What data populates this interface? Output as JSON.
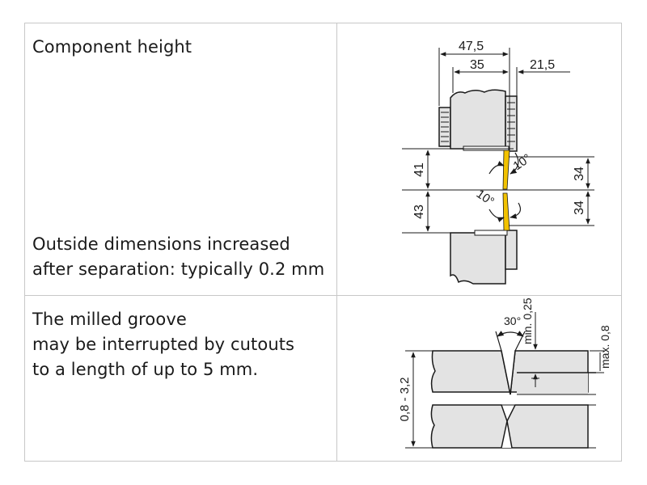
{
  "rows": [
    {
      "text_lines": [
        "Component height"
      ],
      "note_lines": [
        "Outside dimensions increased",
        "after separation: typically 0.2 mm"
      ],
      "figure": {
        "dimensions": {
          "width_outer": "47,5",
          "width_inner": "35",
          "width_knob": "21,5",
          "upper_height_left": "41",
          "lower_height_left": "43",
          "upper_height_right": "34",
          "lower_height_right": "34",
          "upper_angle": "10°",
          "lower_angle": "10°"
        },
        "colors": {
          "fill": "#e3e3e3",
          "stroke": "#1a1a1a",
          "seam": "#f2c200"
        }
      }
    },
    {
      "text_lines": [
        "The milled groove",
        "may be interrupted by cutouts",
        "to a length of up to 5 mm."
      ],
      "figure": {
        "dimensions": {
          "groove_angle": "30°",
          "groove_min_depth": "min. 0,25",
          "groove_max_depth": "max. 0,8",
          "thickness": "0,8 - 3,2"
        },
        "colors": {
          "fill": "#e3e3e3",
          "stroke": "#1a1a1a"
        }
      }
    }
  ]
}
